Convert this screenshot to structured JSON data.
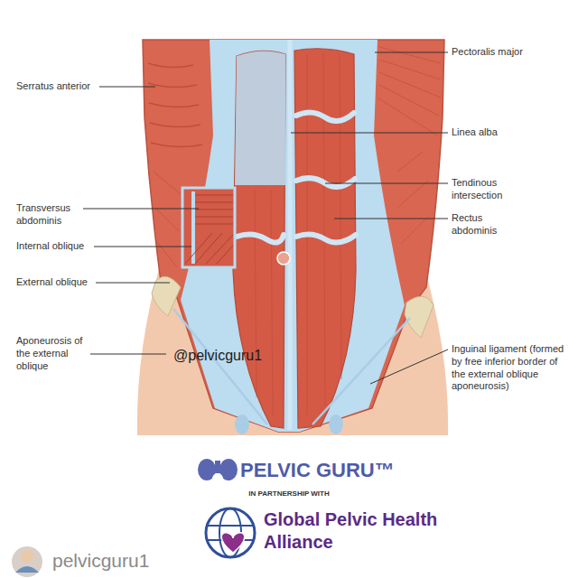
{
  "diagram": {
    "labels": [
      "Pectoralis major",
      "Serratus anterior",
      "Linea alba",
      "Tendinous intersection",
      "Rectus abdominis",
      "Transversus abdominis",
      "Internal oblique",
      "External oblique",
      "Aponeurosis of the external oblique",
      "Inguinal ligament (formed by free inferior border of the external oblique aponeurosis)",
      "@pelvicguru1",
      "PELVIC GURU™",
      "IN PARTNERSHIP WITH",
      "Global Pelvic Health Alliance",
      "pelvicguru1"
    ]
  }
}
